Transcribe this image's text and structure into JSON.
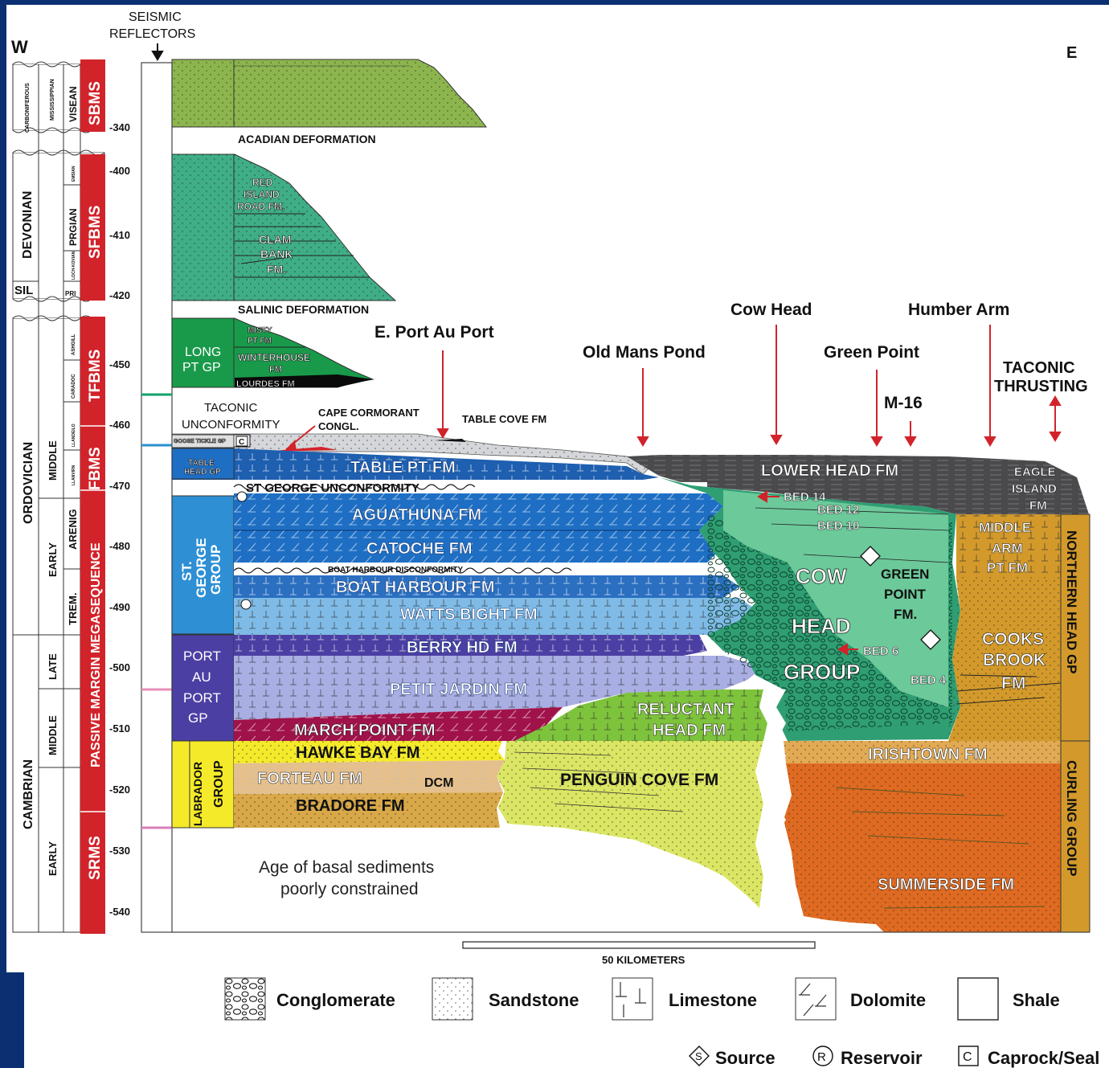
{
  "header": {
    "west": "W",
    "east": "E",
    "seismic_line1": "SEISMIC",
    "seismic_line2": "REFLECTORS"
  },
  "columns": {
    "periods": [
      "CARBONIFEROUS",
      "DEVONIAN",
      "SIL",
      "ORDOVICIAN",
      "CAMBRIAN"
    ],
    "epochs": [
      "MISSISSIPPIAN",
      "MIDDLE",
      "EARLY",
      "LATE",
      "MIDDLE",
      "EARLY"
    ],
    "stages": [
      "VISEAN",
      "EMSIAN",
      "PRGIAN",
      "LOCH-KOVIAN",
      "PRI",
      "ASHGILL",
      "CARADOC",
      "LLANDEILO",
      "LLANVIRN",
      "ARENIG",
      "TREM."
    ],
    "megasequence": "PASSIVE MARGIN MEGASEQUENCE",
    "sequences": [
      "SBMS",
      "SFBMS",
      "TFBMS",
      "FBMS",
      "SRMS"
    ]
  },
  "ages": [
    "-340",
    "-400",
    "-410",
    "-420",
    "-450",
    "-460",
    "-470",
    "-480",
    "-490",
    "-500",
    "-510",
    "-520",
    "-530",
    "-540"
  ],
  "events": {
    "acadian": "ACADIAN DEFORMATION",
    "salinic": "SALINIC DEFORMATION",
    "taconic_unconf_1": "TACONIC",
    "taconic_unconf_2": "UNCONFORMITY",
    "st_george_unconf": "ST GEORGE UNCONFORMITY",
    "boat_harbour_disc": "BOAT HARBOUR DISCONFORMITY",
    "taconic_thrust_1": "TACONIC",
    "taconic_thrust_2": "THRUSTING"
  },
  "formations": {
    "red_island_1": "RED",
    "red_island_2": "ISLAND",
    "red_island_3": "ROAD FM.",
    "clam_bank_1": "CLAM",
    "clam_bank_2": "BANK",
    "clam_bank_3": "FM.",
    "long_pt_1": "LONG",
    "long_pt_2": "PT GP",
    "misty_1": "MISTY",
    "misty_2": "PT FM",
    "winterhouse_1": "WINTERHOUSE",
    "winterhouse_2": "FM",
    "lourdes": "LOURDES FM",
    "goose_tickle": "GOOSE TICKLE GP",
    "caprock_c": "C",
    "cape_cormorant_1": "CAPE CORMORANT",
    "cape_cormorant_2": "CONGL.",
    "table_cove": "TABLE COVE FM",
    "table_head_1": "TABLE",
    "table_head_2": "HEAD GP",
    "table_pt": "TABLE PT FM",
    "aguathuna": "AGUATHUNA FM",
    "catoche": "CATOCHE FM",
    "boat_harbour": "BOAT HARBOUR FM",
    "watts_bight": "WATTS BIGHT FM",
    "st_george_1": "ST.",
    "st_george_2": "GEORGE",
    "st_george_3": "GROUP",
    "berry_hd": "BERRY HD FM",
    "petit_jardin": "PETIT JARDIN FM",
    "march_point": "MARCH POINT FM",
    "port_au_port_1": "PORT",
    "port_au_port_2": "AU",
    "port_au_port_3": "PORT",
    "port_au_port_4": "GP",
    "hawke_bay": "HAWKE  BAY FM",
    "forteau": "FORTEAU FM",
    "dcm": "DCM",
    "bradore": "BRADORE FM",
    "labrador_1": "LABRADOR",
    "labrador_2": "GROUP",
    "reluctant_1": "RELUCTANT",
    "reluctant_2": "HEAD FM",
    "penguin_cove": "PENGUIN COVE FM",
    "lower_head": "LOWER HEAD FM",
    "eagle_1": "EAGLE",
    "eagle_2": "ISLAND",
    "eagle_3": "FM",
    "cow_head_1": "COW",
    "cow_head_2": "HEAD",
    "cow_head_3": "GROUP",
    "green_point_1": "GREEN",
    "green_point_2": "POINT",
    "green_point_3": "FM.",
    "bed_14": "BED 14",
    "bed_12": "BED 12",
    "bed_10": "BED 10",
    "bed_6": "BED 6",
    "bed_4": "BED 4",
    "middle_arm_1": "MIDDLE",
    "middle_arm_2": "ARM",
    "middle_arm_3": "PT FM",
    "cooks_brook_1": "COOKS",
    "cooks_brook_2": "BROOK",
    "cooks_brook_3": "FM",
    "irishtown": "IRISHTOWN FM",
    "summerside": "SUMMERSIDE FM",
    "northern_head": "NORTHERN HEAD GP",
    "curling": "CURLING GROUP",
    "basal_1": "Age of basal sediments",
    "basal_2": "poorly constrained"
  },
  "locations": {
    "e_port_au_port": "E. Port Au Port",
    "old_mans_pond": "Old Mans Pond",
    "cow_head": "Cow Head",
    "humber_arm": "Humber Arm",
    "green_point": "Green Point",
    "m16": "M-16"
  },
  "scale": {
    "label": "50 KILOMETERS"
  },
  "legend": {
    "conglomerate": "Conglomerate",
    "sandstone": "Sandstone",
    "limestone": "Limestone",
    "dolomite": "Dolomite",
    "shale": "Shale",
    "source": "Source",
    "reservoir": "Reservoir",
    "caprock": "Caprock/Seal",
    "source_symbol": "S",
    "reservoir_symbol": "R",
    "caprock_symbol": "C"
  },
  "colors": {
    "frame_blue": "#0b2f70",
    "sequence_red": "#d2232a",
    "carb_green": "#8db54e",
    "devonian_green": "#3fae86",
    "long_pt_green": "#199a4a",
    "table_pt_blue": "#1e5fb0",
    "st_george_blue": "#2e8fd4",
    "watts_blue": "#7fbbe6",
    "berry_purple": "#4c3fa3",
    "petit_lav": "#a9aee3",
    "march_maroon": "#a0124a",
    "hawke_yellow": "#f4ea2a",
    "forteau_peach": "#e6c08c",
    "bradore_tan": "#d9a848",
    "penguin_lime": "#dbe664",
    "reluctant_green": "#7ec33c",
    "lower_head_gray": "#4a4a4c",
    "cow_head_green": "#2f9e72",
    "green_point_green": "#6cc99a",
    "cooks_brook_ochre": "#d39a2b",
    "summerside_orange": "#df6a21"
  }
}
